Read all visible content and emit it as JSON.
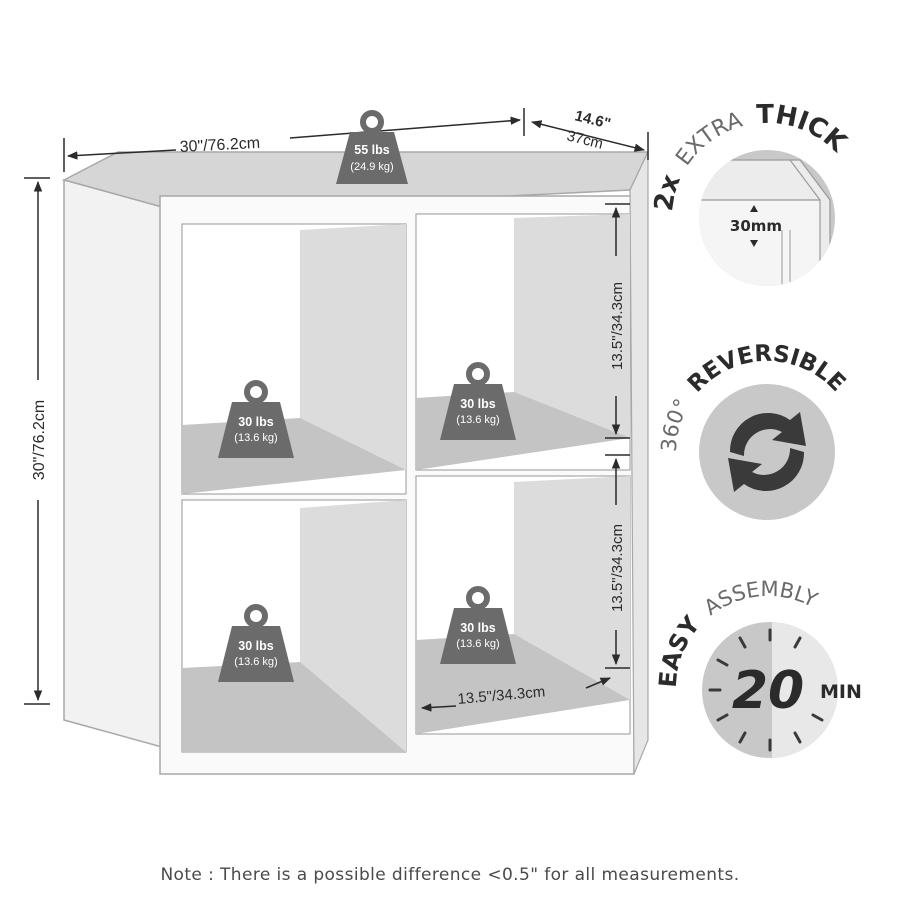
{
  "dimensions": {
    "width": "30\"/76.2cm",
    "depth_in": "14.6\"",
    "depth_cm": "37cm",
    "height": "30\"/76.2cm",
    "cube_height_top": "13.5\"/34.3cm",
    "cube_height_bottom": "13.5\"/34.3cm",
    "cube_width": "13.5\"/34.3cm"
  },
  "weights": {
    "top": {
      "lbs": "55 lbs",
      "kg": "(24.9 kg)"
    },
    "cube_top_left": {
      "lbs": "30 lbs",
      "kg": "(13.6 kg)"
    },
    "cube_top_right": {
      "lbs": "30 lbs",
      "kg": "(13.6 kg)"
    },
    "cube_bottom_left": {
      "lbs": "30 lbs",
      "kg": "(13.6 kg)"
    },
    "cube_bottom_right": {
      "lbs": "30 lbs",
      "kg": "(13.6 kg)"
    }
  },
  "features": {
    "thick": {
      "bold1": "2x",
      "light": "EXTRA",
      "bold2": "THICK",
      "value": "30mm"
    },
    "reversible": {
      "light": "360°",
      "bold": "REVERSIBLE"
    },
    "assembly": {
      "bold": "EASY",
      "light": "ASSEMBLY",
      "number": "20",
      "unit": "MIN"
    }
  },
  "note": "Note : There is a possible difference <0.5\" for all measurements.",
  "colors": {
    "badge_bg": "#c8c8c8",
    "weight_icon": "#6b6b6b",
    "shelf_shade": "#bdbdbd",
    "outline": "#9a9a9a"
  }
}
